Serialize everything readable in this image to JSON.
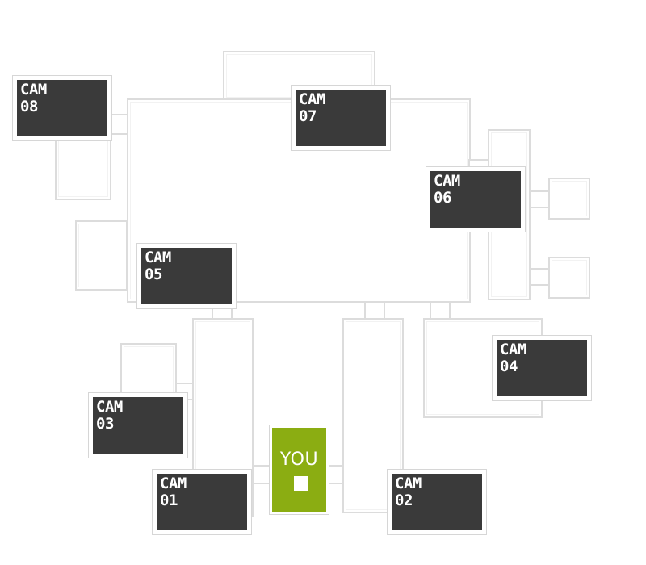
{
  "map": {
    "cameras": [
      {
        "id": "cam-01",
        "label": "CAM\n01"
      },
      {
        "id": "cam-02",
        "label": "CAM\n02"
      },
      {
        "id": "cam-03",
        "label": "CAM\n03"
      },
      {
        "id": "cam-04",
        "label": "CAM\n04"
      },
      {
        "id": "cam-05",
        "label": "CAM\n05"
      },
      {
        "id": "cam-06",
        "label": "CAM\n06"
      },
      {
        "id": "cam-07",
        "label": "CAM\n07"
      },
      {
        "id": "cam-08",
        "label": "CAM\n08"
      }
    ],
    "office": {
      "label": "YOU"
    }
  },
  "colors": {
    "camera_bg": "#3a3a3a",
    "camera_text": "#ffffff",
    "office_bg": "#8bad12",
    "wall": "#dcdcdc"
  }
}
